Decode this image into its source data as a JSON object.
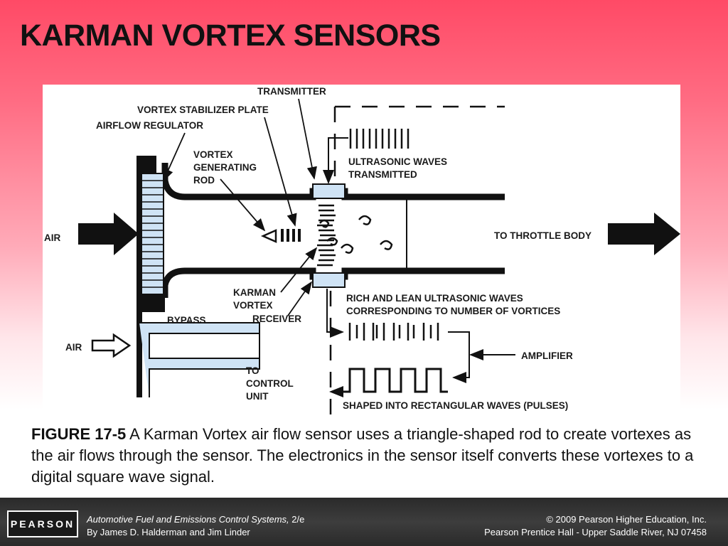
{
  "slide": {
    "title": "KARMAN VORTEX SENSORS"
  },
  "diagram": {
    "labels": {
      "transmitter": "TRANSMITTER",
      "vortex_stabilizer_plate": "VORTEX STABILIZER PLATE",
      "airflow_regulator": "AIRFLOW REGULATOR",
      "vortex_generating_rod_1": "VORTEX",
      "vortex_generating_rod_2": "GENERATING",
      "vortex_generating_rod_3": "ROD",
      "ultrasonic_waves_1": "ULTRASONIC WAVES",
      "ultrasonic_waves_2": "TRANSMITTED",
      "air_in": "AIR",
      "to_throttle_body": "TO THROTTLE BODY",
      "karman_vortex_1": "KARMAN",
      "karman_vortex_2": "VORTEX",
      "receiver": "RECEIVER",
      "rich_lean_1": "RICH AND LEAN ULTRASONIC WAVES",
      "rich_lean_2": "CORRESPONDING TO NUMBER OF VORTICES",
      "bypass": "BYPASS",
      "air_bypass": "AIR",
      "amplifier": "AMPLIFIER",
      "to_control_unit_1": "TO",
      "to_control_unit_2": "CONTROL",
      "to_control_unit_3": "UNIT",
      "rectangular_waves": "SHAPED INTO RECTANGULAR WAVES (PULSES)"
    }
  },
  "caption": {
    "figure_label": "FIGURE 17-5",
    "text": " A Karman Vortex air flow sensor uses a triangle-shaped rod to create vortexes as the air flows through the sensor. The electronics in the sensor itself converts these vortexes to a digital square wave signal."
  },
  "footer": {
    "logo": "PEARSON",
    "book_title": "Automotive Fuel and Emissions Control Systems,",
    "edition": " 2/e",
    "authors": "By James D. Halderman and Jim Linder",
    "copyright": "© 2009 Pearson Higher Education, Inc.",
    "publisher": "Pearson Prentice Hall - Upper Saddle River, NJ 07458"
  },
  "colors": {
    "header_red": "#ff4a66",
    "sensor_blue": "#cfe3f5",
    "footer_dark": "#333333"
  }
}
